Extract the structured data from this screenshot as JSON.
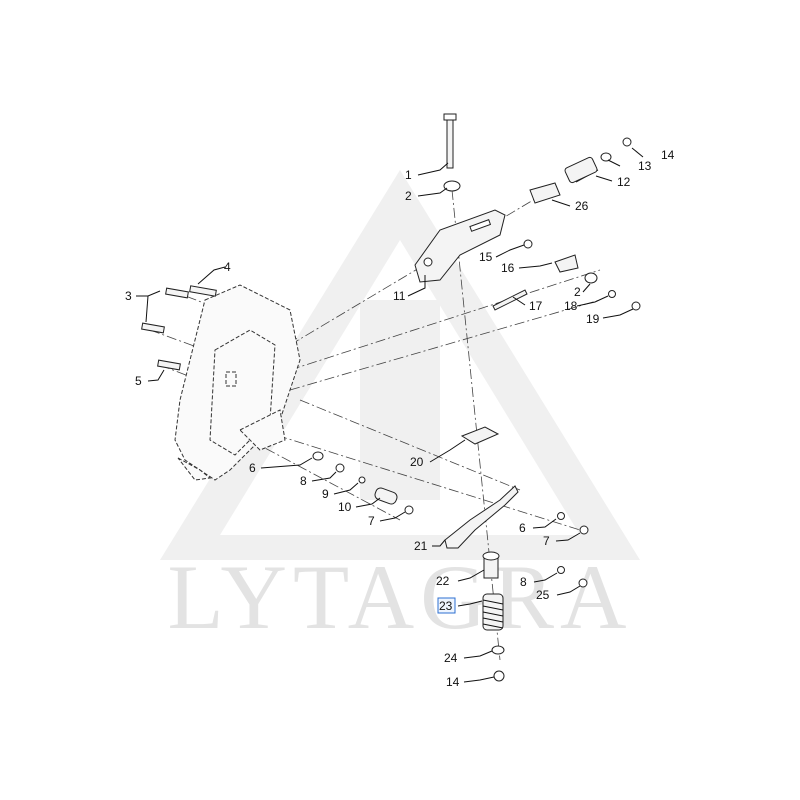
{
  "watermark": {
    "text": "LYTAGRA"
  },
  "highlighted_callout": "23",
  "callouts": [
    {
      "id": "c1",
      "label": "1"
    },
    {
      "id": "c2a",
      "label": "2"
    },
    {
      "id": "c3",
      "label": "3"
    },
    {
      "id": "c4",
      "label": "4"
    },
    {
      "id": "c5",
      "label": "5"
    },
    {
      "id": "c6a",
      "label": "6"
    },
    {
      "id": "c6b",
      "label": "6"
    },
    {
      "id": "c7a",
      "label": "7"
    },
    {
      "id": "c7b",
      "label": "7"
    },
    {
      "id": "c8a",
      "label": "8"
    },
    {
      "id": "c8b",
      "label": "8"
    },
    {
      "id": "c9",
      "label": "9"
    },
    {
      "id": "c10",
      "label": "10"
    },
    {
      "id": "c11",
      "label": "11"
    },
    {
      "id": "c12",
      "label": "12"
    },
    {
      "id": "c13",
      "label": "13"
    },
    {
      "id": "c14a",
      "label": "14"
    },
    {
      "id": "c14b",
      "label": "14"
    },
    {
      "id": "c15",
      "label": "15"
    },
    {
      "id": "c16",
      "label": "16"
    },
    {
      "id": "c17",
      "label": "17"
    },
    {
      "id": "c18",
      "label": "18"
    },
    {
      "id": "c19",
      "label": "19"
    },
    {
      "id": "c20",
      "label": "20"
    },
    {
      "id": "c21",
      "label": "21"
    },
    {
      "id": "c22",
      "label": "22"
    },
    {
      "id": "c23",
      "label": "23"
    },
    {
      "id": "c24",
      "label": "24"
    },
    {
      "id": "c25",
      "label": "25"
    },
    {
      "id": "c26",
      "label": "26"
    },
    {
      "id": "c2b",
      "label": "2"
    }
  ]
}
